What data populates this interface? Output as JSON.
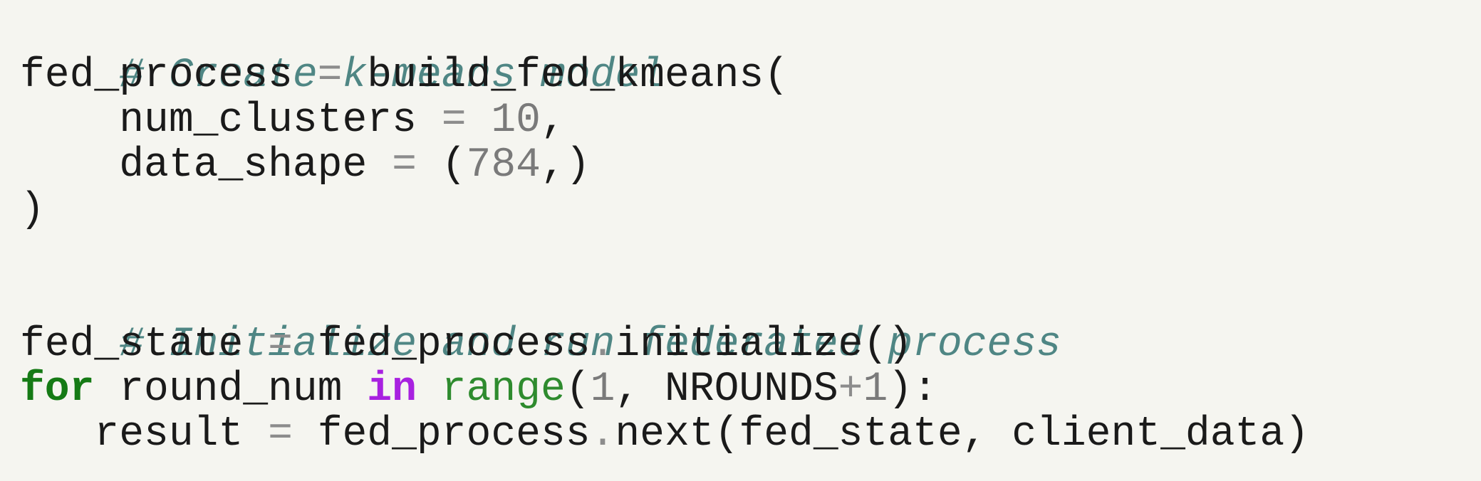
{
  "code": {
    "comment_1": "# Create k-means model",
    "l2_var": "fed_process",
    "l2_eq": " = ",
    "l2_call": "build_fed_kmeans(",
    "l3_indent": "    ",
    "l3_param": "num_clusters",
    "l3_eq": " = ",
    "l3_value": "10",
    "l3_comma": ",",
    "l4_indent": "    ",
    "l4_param": "data_shape",
    "l4_eq": " = ",
    "l4_open": "(",
    "l4_value": "784",
    "l4_close": ",)",
    "l5_close": ")",
    "comment_2": "# Initialize and run federated process",
    "l8_var": "fed_state",
    "l8_eq": " = ",
    "l8_obj": "fed_process",
    "l8_dot": ".",
    "l8_method": "initialize()",
    "l9_for": "for",
    "l9_var": " round_num ",
    "l9_in": "in",
    "l9_space": " ",
    "l9_range": "range",
    "l9_open": "(",
    "l9_start": "1",
    "l9_sep": ", NROUNDS",
    "l9_plus": "+",
    "l9_one": "1",
    "l9_close": "):",
    "l10_indent": "   ",
    "l10_var": "result",
    "l10_eq": " = ",
    "l10_obj": "fed_process",
    "l10_dot": ".",
    "l10_call": "next(fed_state, client_data)"
  }
}
